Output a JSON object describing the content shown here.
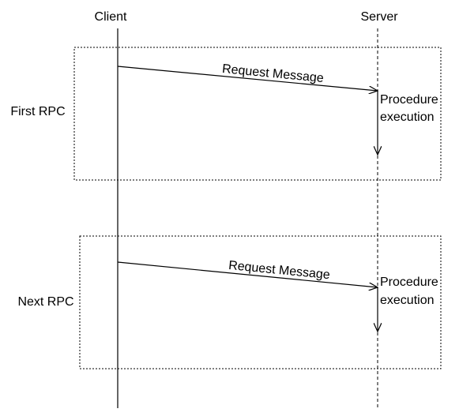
{
  "participants": {
    "client": "Client",
    "server": "Server"
  },
  "blocks": [
    {
      "label": "First RPC",
      "message": "Request Message",
      "action_line1": "Procedure",
      "action_line2": "execution"
    },
    {
      "label": "Next RPC",
      "message": "Request Message",
      "action_line1": "Procedure",
      "action_line2": "execution"
    }
  ],
  "colors": {
    "line": "#000000",
    "box_border": "#000000",
    "background": "#ffffff"
  }
}
